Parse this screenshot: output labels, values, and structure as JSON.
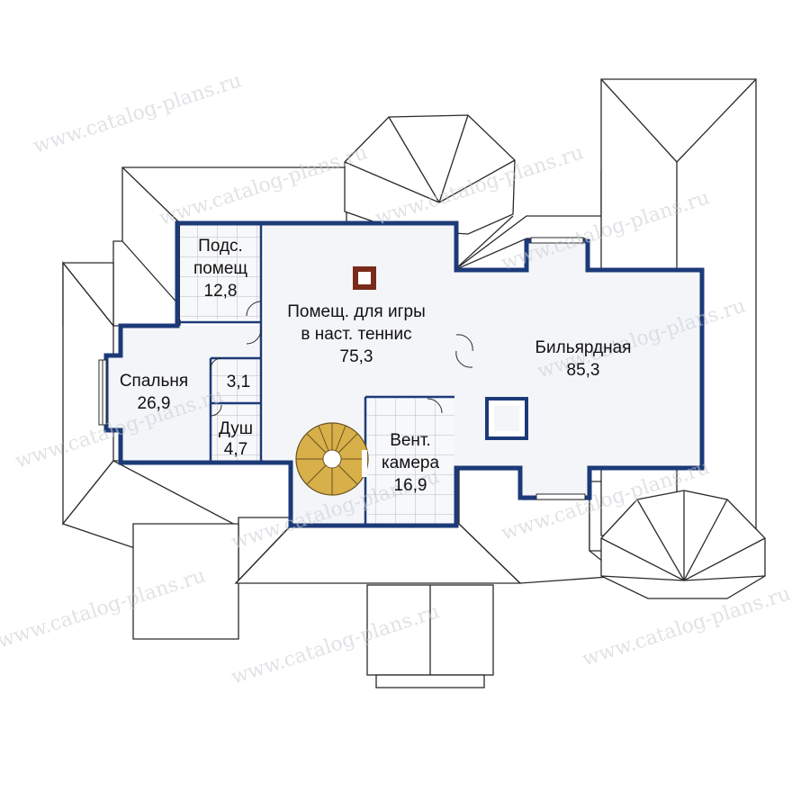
{
  "rooms": {
    "storage": {
      "name_line1": "Подс.",
      "name_line2": "помещ",
      "area": "12,8"
    },
    "tennis": {
      "name_line1": "Помещ. для игры",
      "name_line2": "в наст. теннис",
      "area": "75,3"
    },
    "billiard": {
      "name": "Бильярдная",
      "area": "85,3"
    },
    "bedroom": {
      "name": "Спальня",
      "area": "26,9"
    },
    "wc": {
      "area": "3,1"
    },
    "shower": {
      "name": "Душ",
      "area": "4,7"
    },
    "vent": {
      "name_line1": "Вент.",
      "name_line2": "камера",
      "area": "16,9"
    }
  },
  "watermark": {
    "text": "www.catalog-plans.ru"
  },
  "icons": [
    "spiral-stair-icon",
    "chimney-icon",
    "door-swing-icon",
    "window-icon"
  ],
  "colors": {
    "wall": "#1c3a78",
    "floor": "#f3f5f8",
    "stair": "#d8b04a",
    "chimney": "#7a2a1a"
  }
}
